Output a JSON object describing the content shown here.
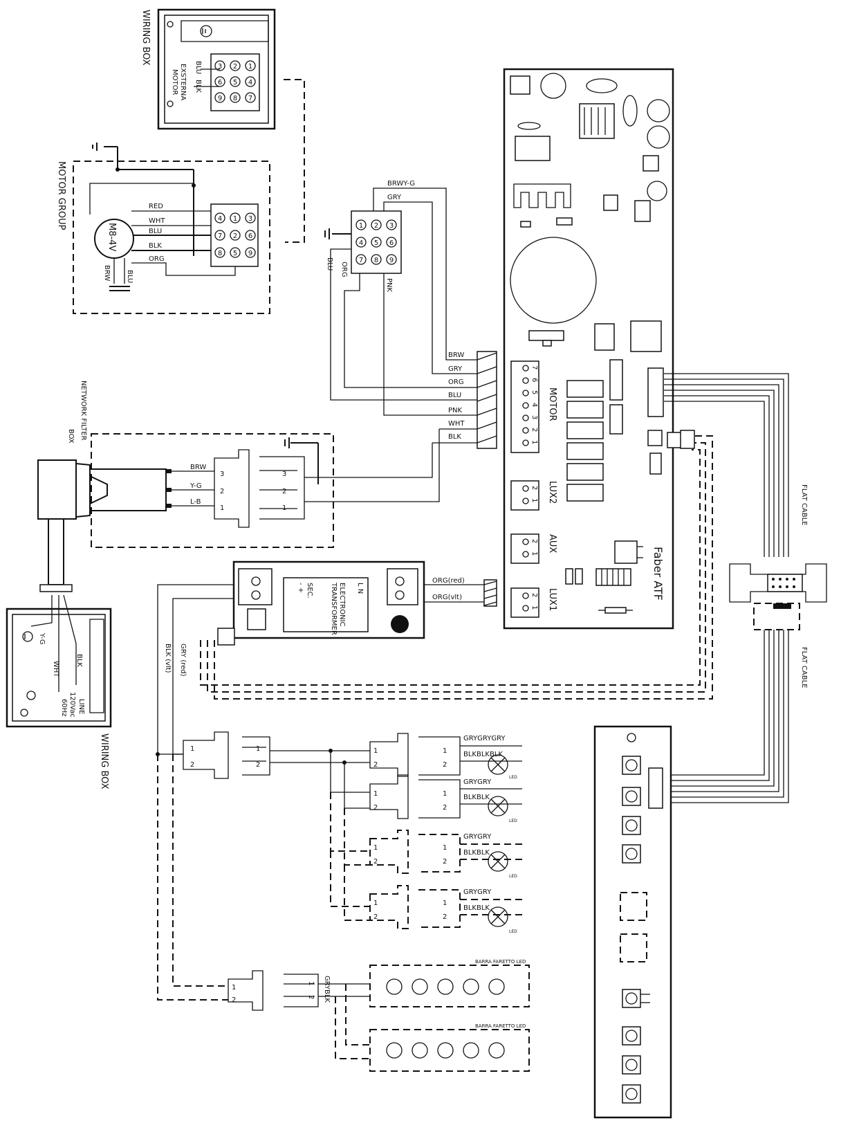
{
  "labels": {
    "wiring_box_top": "WIRING BOX",
    "externa_motor_1": "EXSTERNA",
    "externa_motor_2": "MOTOR",
    "motor_group": "MOTOR GROUP",
    "motor": "M8-4V",
    "network_filter_1": "NETWORK FILTER",
    "network_filter_2": "BOX",
    "wiring_box_bottom": "WIRING BOX",
    "line_1": "LINE",
    "line_2": "120Vac",
    "line_3": "60Hz",
    "board_name": "Faber ATF",
    "motor_terminal": "MOTOR",
    "lux2": "LUX2",
    "aux": "AUX",
    "lux1": "LUX1",
    "flat_cable_1": "FLAT CABLE",
    "flat_cable_2": "FLAT CABLE",
    "transformer_1": "ELECTRONIC",
    "transformer_2": "TRANSFORMER",
    "transformer_sec": "SEC.",
    "transformer_ln": "L  N",
    "led": "LED",
    "led_bar_1": "BARRA FARETTO LED",
    "led_bar_2": "BARRA FARETTO LED"
  },
  "wires": {
    "blu": "BLU",
    "blk": "BLK",
    "red": "RED",
    "wht": "WHT",
    "org": "ORG",
    "brw": "BRW",
    "gry": "GRY",
    "pnk": "PNK",
    "y_g": "Y-G",
    "l_b": "L-B",
    "brwy_g": "BRWY-G",
    "org_red": "ORG(red)",
    "org_vlt": "ORG(vlt)",
    "gry_red": "GRY (red)",
    "blk_vlt": "BLK (vlt)",
    "gry3": "GRYGRYGRY",
    "blk3": "BLKBLKBLK",
    "gry2": "GRYGRY",
    "blk2": "BLKBLK"
  },
  "pins": {
    "nine": [
      "1",
      "2",
      "3",
      "4",
      "5",
      "6",
      "7",
      "8",
      "9"
    ],
    "motor_terminal": [
      "7",
      "6",
      "5",
      "4",
      "3",
      "2",
      "1"
    ],
    "three": [
      "3",
      "2",
      "1"
    ],
    "two": [
      "2",
      "1"
    ],
    "one_two": [
      "1",
      "2"
    ],
    "sec_polarity": "-  +"
  }
}
